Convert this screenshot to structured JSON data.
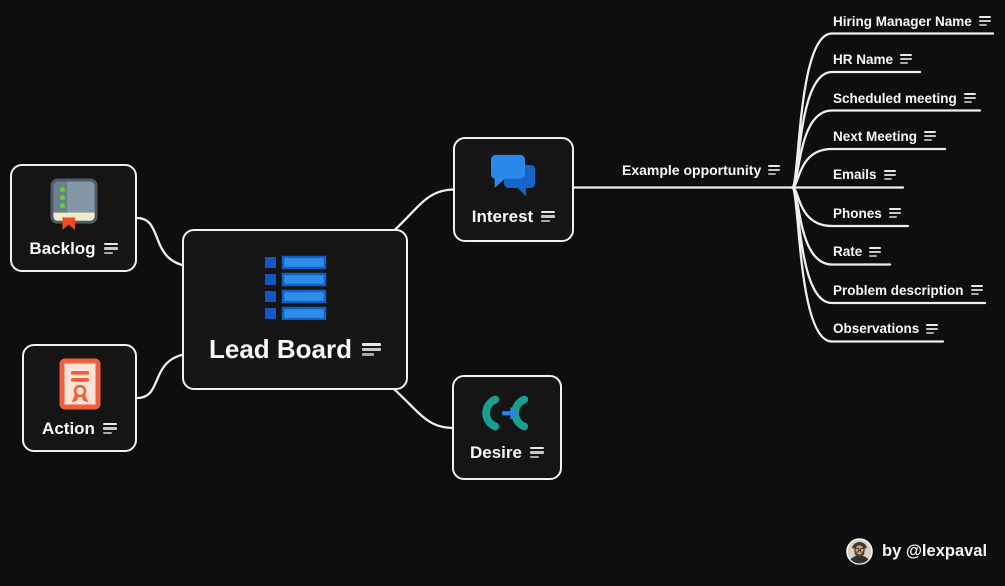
{
  "app": {
    "type": "mind-map-board"
  },
  "root": {
    "label": "Lead Board",
    "icon": "list-icon"
  },
  "branches": {
    "backlog": {
      "label": "Backlog",
      "icon": "book-icon"
    },
    "action": {
      "label": "Action",
      "icon": "certificate-icon"
    },
    "interest": {
      "label": "Interest",
      "icon": "chat-bubbles-icon"
    },
    "desire": {
      "label": "Desire",
      "icon": "phone-transfer-icon"
    }
  },
  "opportunity": {
    "label": "Example opportunity",
    "icon": "notes-icon"
  },
  "opportunity_children": [
    {
      "label": "Hiring Manager Name"
    },
    {
      "label": "HR Name"
    },
    {
      "label": "Scheduled meeting"
    },
    {
      "label": "Next Meeting"
    },
    {
      "label": "Emails"
    },
    {
      "label": "Phones"
    },
    {
      "label": "Rate"
    },
    {
      "label": "Problem description"
    },
    {
      "label": "Observations"
    }
  ],
  "credit": {
    "label": "by @lexpaval",
    "icon": "avatar"
  },
  "icons": {
    "notes": "notes-icon (three horizontal lines)",
    "root": "blue list-icon",
    "backlog": "grey book with green dots and red bookmark",
    "action": "orange certificate with award ribbon",
    "interest": "two blue chat bubbles",
    "desire": "two teal phone handsets with blue arrow"
  },
  "colors": {
    "background": "#0e0e0e",
    "node_fill": "#151515",
    "node_border": "#f1f1f1",
    "edge": "#efefef",
    "text": "#f7f7f7",
    "blue_light": "#2b87e8",
    "blue_dark": "#1565c8",
    "teal": "#18a08e",
    "orange": "#f0603c",
    "green": "#5fd235",
    "red": "#f2491d",
    "cream": "#f3e9cd",
    "slate": "#8296a5"
  }
}
